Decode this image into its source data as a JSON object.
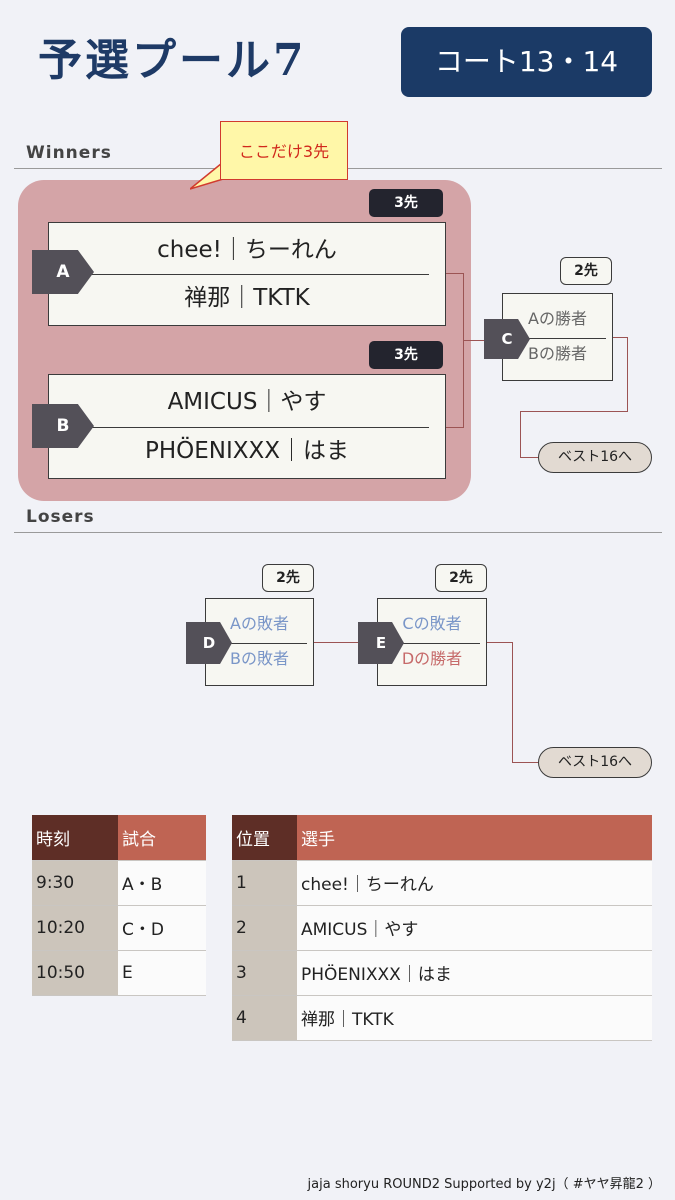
{
  "header": {
    "title": "予選プール7",
    "court": "コート13・14"
  },
  "sections": {
    "winners": "Winners",
    "losers": "Losers"
  },
  "callout": "ここだけ3先",
  "winners": {
    "match_a": {
      "tag": "A",
      "first_to": "3先",
      "team1": "chee!｜ちーれん",
      "team2": "禅那｜TKTK"
    },
    "match_b": {
      "tag": "B",
      "first_to": "3先",
      "team1": "AMICUS｜やす",
      "team2": "PHÖENIXXX｜はま"
    },
    "match_c": {
      "tag": "C",
      "first_to": "2先",
      "slot1": "Aの勝者",
      "slot2": "Bの勝者"
    },
    "advance": "ベスト16へ"
  },
  "losers": {
    "match_d": {
      "tag": "D",
      "first_to": "2先",
      "slot1": "Aの敗者",
      "slot2": "Bの敗者"
    },
    "match_e": {
      "tag": "E",
      "first_to": "2先",
      "slot1": "Cの敗者",
      "slot2": "Dの勝者"
    },
    "advance": "ベスト16へ"
  },
  "schedule": {
    "headers": [
      "時刻",
      "試合"
    ],
    "rows": [
      [
        "9:30",
        "A・B"
      ],
      [
        "10:20",
        "C・D"
      ],
      [
        "10:50",
        "E"
      ]
    ]
  },
  "seeds": {
    "headers": [
      "位置",
      "選手"
    ],
    "rows": [
      [
        "1",
        "chee!｜ちーれん"
      ],
      [
        "2",
        "AMICUS｜やす"
      ],
      [
        "3",
        "PHÖENIXXX｜はま"
      ],
      [
        "4",
        "禅那｜TKTK"
      ]
    ]
  },
  "footer": "jaja shoryu ROUND2 Supported by y2j（ #ヤヤ昇龍2 ）",
  "colors": {
    "navy": "#1b3a66",
    "pink_group": "#d4a4a7",
    "loser_text": "#7a96c8",
    "winner_text": "#c66a6a",
    "header_dark": "#5e2e26",
    "header_red": "#bf6453"
  }
}
